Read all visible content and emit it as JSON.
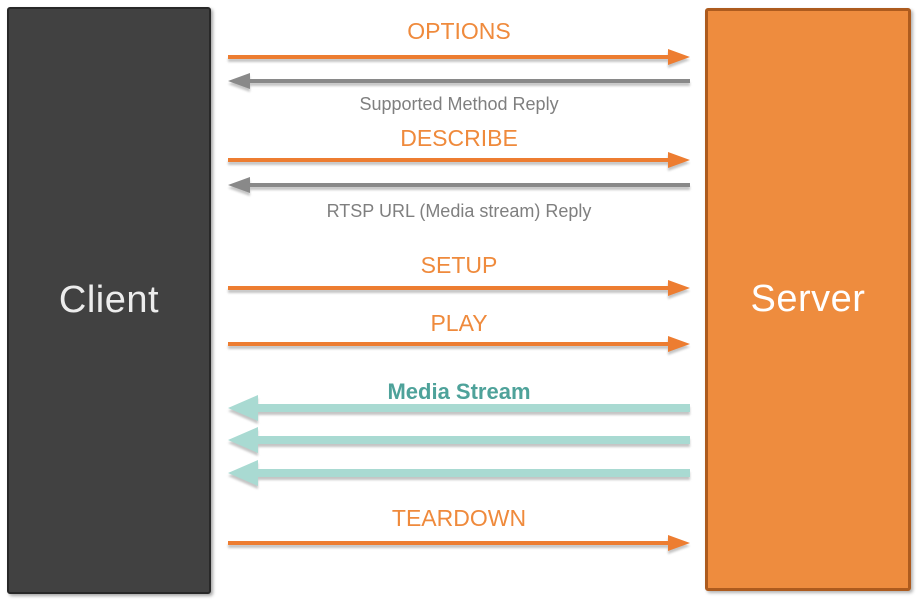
{
  "diagram": {
    "description": "RTSP client-server message flow",
    "client": {
      "label": "Client"
    },
    "server": {
      "label": "Server"
    },
    "messages": [
      {
        "id": "options",
        "label": "OPTIONS",
        "direction": "client-to-server",
        "style": "request"
      },
      {
        "id": "options-reply",
        "label": "Supported Method Reply",
        "direction": "server-to-client",
        "style": "reply"
      },
      {
        "id": "describe",
        "label": "DESCRIBE",
        "direction": "client-to-server",
        "style": "request"
      },
      {
        "id": "describe-reply",
        "label": "RTSP URL (Media stream) Reply",
        "direction": "server-to-client",
        "style": "reply"
      },
      {
        "id": "setup",
        "label": "SETUP",
        "direction": "client-to-server",
        "style": "request"
      },
      {
        "id": "play",
        "label": "PLAY",
        "direction": "client-to-server",
        "style": "request"
      },
      {
        "id": "media-stream",
        "label": "Media Stream",
        "direction": "server-to-client",
        "style": "media",
        "arrow_count": 3
      },
      {
        "id": "teardown",
        "label": "TEARDOWN",
        "direction": "client-to-server",
        "style": "request"
      }
    ],
    "colors": {
      "client_fill": "#414141",
      "client_border": "#282828",
      "client_text": "#ececec",
      "server_fill": "#ee8c3e",
      "server_border": "#ad5b1e",
      "server_text": "#ffffff",
      "request_arrow": "#ed7d31",
      "request_label": "#ef8a3c",
      "reply_arrow": "#898989",
      "reply_label": "#7f7f7f",
      "media_arrow": "#a9dad2",
      "media_label": "#4ea29a"
    }
  }
}
